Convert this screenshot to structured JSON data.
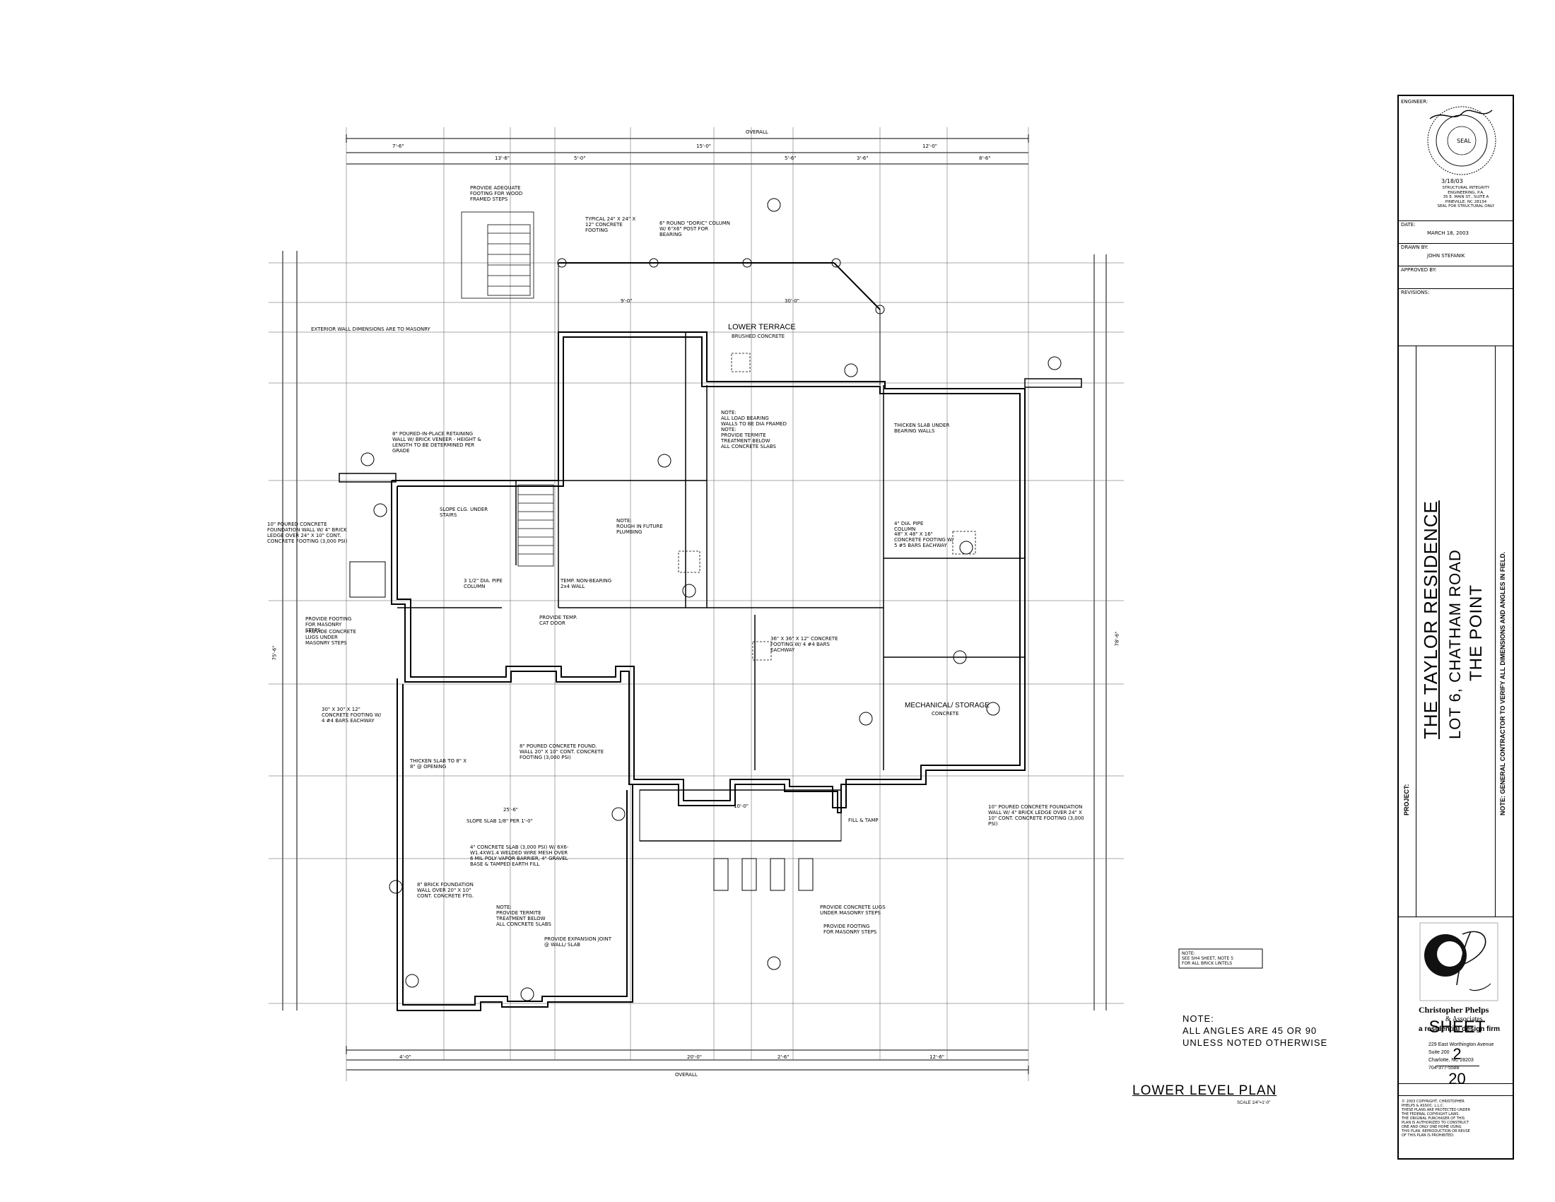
{
  "drawing": {
    "plan_title": "LOWER LEVEL PLAN",
    "plan_scale": "SCALE 1/4\"=1'-0\"",
    "note_heading": "NOTE:",
    "note_line1": "ALL ANGLES ARE 45 OR 90",
    "note_line2": "UNLESS NOTED OTHERWISE",
    "boxed_note": [
      "NOTE:",
      "SEE SH4 SHEET, NOTE 5",
      "FOR ALL BRICK LINTELS"
    ],
    "overall_label_top": "OVERALL",
    "overall_label_bottom": "OVERALL",
    "room_lower_terrace": "LOWER TERRACE",
    "room_lower_terrace_sub": "BRUSHED CONCRETE",
    "room_mechanical": "MECHANICAL/ STORAGE",
    "room_mechanical_sub": "CONCRETE",
    "note_rough_in": [
      "NOTE:",
      "ROUGH IN FUTURE",
      "PLUMBING"
    ],
    "note_load_bearing": [
      "NOTE:",
      "ALL LOAD BEARING",
      "WALLS TO BE DIA FRAMED",
      "NOTE:",
      "PROVIDE TERMITE",
      "TREATMENT BELOW",
      "ALL CONCRETE SLABS"
    ],
    "note_termite": [
      "NOTE:",
      "PROVIDE TERMITE",
      "TREATMENT BELOW",
      "ALL CONCRETE SLABS"
    ],
    "callouts": [
      "PROVIDE ADEQUATE FOOTING FOR WOOD FRAMED STEPS",
      "TYPICAL 24\" X 24\" X 12\" CONCRETE FOOTING",
      "6\" ROUND \"DORIC\" COLUMN W/ 6\"X6\" POST FOR BEARING",
      "EXTERIOR WALL DIMENSIONS ARE TO MASONRY",
      "8\" POURED-IN-PLACE RETAINING WALL W/ BRICK VENEER - HEIGHT & LENGTH TO BE DETERMINED PER GRADE",
      "10\" POURED CONCRETE FOUNDATION WALL W/ 4\" BRICK LEDGE OVER 24\" X 10\" CONT. CONCRETE FOOTING (3,000 PSI)",
      "PROVIDE FOOTING FOR MASONRY STEPS",
      "PROVIDE CONCRETE LUGS UNDER MASONRY STEPS",
      "30\" X 30\" X 12\" CONCRETE FOOTING W/ 4 #4 BARS EACHWAY",
      "THICKEN SLAB TO 8\" X 8\" @ OPENING",
      "SLOPE SLAB 1/8\" PER 1'-0\"",
      "4\" CONCRETE SLAB (3,000 PSI) W/ 6X6-W1.4XW1.4 WELDED WIRE MESH OVER 6 MIL POLY VAPOR BARRIER, 4\" GRAVEL BASE & TAMPED EARTH FILL",
      "8\" BRICK FOUNDATION WALL OVER 20\" X 10\" CONT. CONCRETE FTG.",
      "PROVIDE EXPANSION JOINT @ WALL/ SLAB",
      "8\" POURED CONCRETE FOUND. WALL 20\" X 10\" CONT. CONCRETE FOOTING (3,000 PSI)",
      "PROVIDE CONCRETE LUGS UNDER MASONRY STEPS",
      "PROVIDE FOOTING FOR MASONRY STEPS",
      "10\" POURED CONCRETE FOUNDATION WALL W/ 4\" BRICK LEDGE OVER 24\" X 10\" CONT. CONCRETE FOOTING (3,000 PSI)",
      "THICKEN SLAB UNDER BEARING WALLS",
      "FILL & TAMP",
      "SLOPE CLG. UNDER STAIRS",
      "3 1/2\" DIA. PIPE COLUMN",
      "PROVIDE TEMP. CAT DOOR",
      "TEMP. NON-BEARING 2x4 WALL",
      "4\" DIA. PIPE COLUMN",
      "48\" X 48\" X 16\" CONCRETE FOOTING W/ 5 #5 BARS EACHWAY",
      "36\" X 36\" X 12\" CONCRETE FOOTING W/ 4 #4 BARS EACHWAY"
    ],
    "dim_labels": [
      "7'-6\"",
      "13'-6\"",
      "5'-0\"",
      "15'-0\"",
      "12'-0\"",
      "8'-6\"",
      "5'-6\"",
      "3'-6\"",
      "9'-0\"",
      "25'-6\"",
      "30'-0\"",
      "10'-0\"",
      "4'-0\"",
      "20'-0\"",
      "2'-6\"",
      "12'-6\"",
      "78'-6\"",
      "75'-6\""
    ]
  },
  "title_block": {
    "engineer_label": "ENGINEER:",
    "engineer_lines": [
      "STRUCTURAL INTEGRITY",
      "ENGINEERING, P.A.",
      "35 E. MAIN ST., SUITE A",
      "PINEVILLE, NC 28134",
      "SEAL FOR STRUCTURAL ONLY"
    ],
    "seal_date": "3/18/03",
    "seal_text": "SEAL",
    "date_label": "DATE:",
    "date_value": "MARCH 18, 2003",
    "drawn_label": "DRAWN BY:",
    "drawn_value": "JOHN STEFANIK",
    "approved_label": "APPROVED BY:",
    "revision_label": "REVISIONS:",
    "project_label": "PROJECT:",
    "project_title": "THE TAYLOR RESIDENCE",
    "project_lot": "LOT 6, CHATHAM ROAD",
    "project_name": "THE POINT",
    "verify_note": "NOTE: GENERAL CONTRACTOR TO VERIFY ALL DIMENSIONS AND ANGLES IN FIELD.",
    "firm_name": "Christopher Phelps",
    "firm_assoc": "& Associates",
    "firm_tagline": "a residential design firm",
    "firm_address": [
      "229 East Worthington Avenue",
      "Suite 200",
      "Charlotte, NC 28203",
      "704-377-5588"
    ],
    "sheet_label": "SHEET",
    "sheet_number": "2",
    "sheet_total": "20",
    "copyright": [
      "© 2003 COPYRIGHT, CHRISTOPHER",
      "PHELPS & ASSOC. L.L.C.",
      "THESE PLANS ARE PROTECTED UNDER",
      "THE FEDERAL COPYRIGHT LAWS.",
      "THE ORIGINAL PURCHASER OF THIS",
      "PLAN IS AUTHORIZED TO CONSTRUCT",
      "ONE AND ONLY ONE HOME USING",
      "THIS PLAN. REPRODUCTION OR REUSE",
      "OF THIS PLAN IS PROHIBITED."
    ]
  }
}
